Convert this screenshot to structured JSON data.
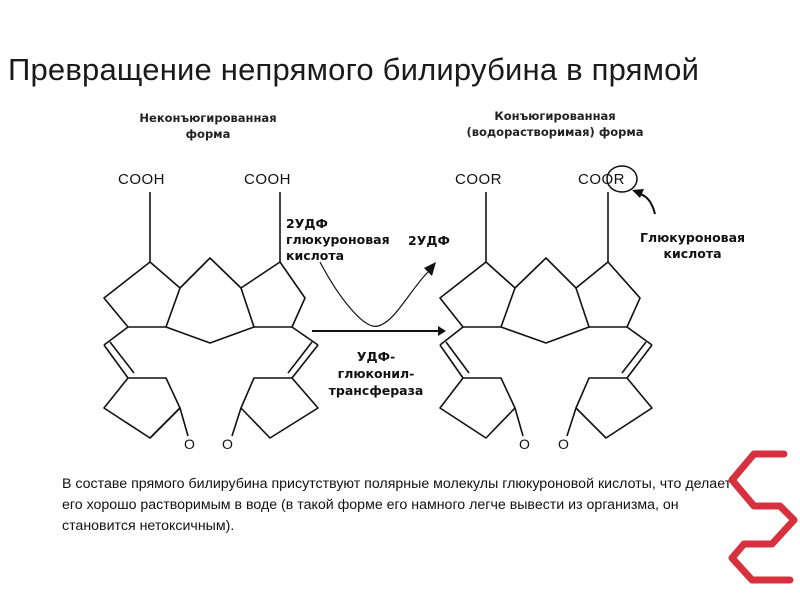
{
  "title": "Превращение непрямого билирубина в прямой",
  "left_form": {
    "line1": "Неконъюгированная",
    "line2": "форма"
  },
  "right_form": {
    "line1": "Конъюгированная",
    "line2": "(водорастворимая) форма"
  },
  "groups": {
    "cooh1": "COOH",
    "cooh2": "COOH",
    "coor1": "COOR",
    "coor2": "COOR"
  },
  "oxygen": {
    "o1": "O",
    "o2": "O",
    "o3": "O",
    "o4": "O"
  },
  "reagent": {
    "line1": "2УДФ",
    "line2": "глюкуроновая",
    "line3": "кислота"
  },
  "product": "2УДФ",
  "enzyme": {
    "line1": "УДФ-",
    "line2": "глюконил-",
    "line3": "трансфераза"
  },
  "glucuronic": {
    "line1": "Глюкуроновая",
    "line2": "кислота"
  },
  "description": "В составе прямого билирубина присутствуют полярные молекулы глюкуроновой кислоты, что делает его хорошо растворимым в воде (в такой форме его намного легче вывести из организма, он становится нетоксичным).",
  "colors": {
    "logo": "#d7313f",
    "lines": "#111111"
  }
}
